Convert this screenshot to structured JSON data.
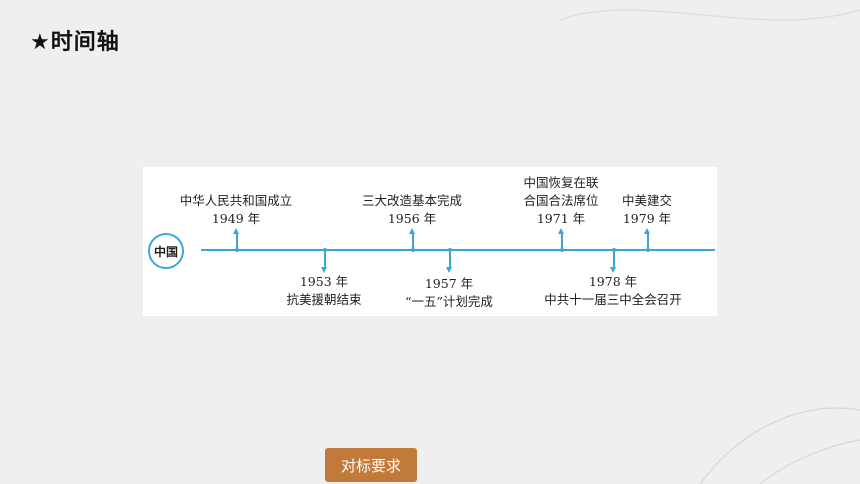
{
  "title": "★时间轴",
  "diagram": {
    "origin_label": "中国",
    "events": [
      {
        "id": "e1949",
        "year": "1949 年",
        "lines": [
          "中华人民共和国成立"
        ],
        "side": "above"
      },
      {
        "id": "e1953",
        "year": "1953 年",
        "lines": [
          "抗美援朝结束"
        ],
        "side": "below"
      },
      {
        "id": "e1956",
        "year": "1956 年",
        "lines": [
          "三大改造基本完成"
        ],
        "side": "above"
      },
      {
        "id": "e1957",
        "year": "1957 年",
        "lines": [
          "“一五”计划完成"
        ],
        "side": "below"
      },
      {
        "id": "e1971",
        "year": "1971 年",
        "lines": [
          "中国恢复在联",
          "合国合法席位"
        ],
        "side": "above"
      },
      {
        "id": "e1978",
        "year": "1978 年",
        "lines": [
          "中共十一届三中全会召开"
        ],
        "side": "below"
      },
      {
        "id": "e1979",
        "year": "1979 年",
        "lines": [
          "中美建交"
        ],
        "side": "above"
      }
    ]
  },
  "footer": {
    "button_label": "对标要求"
  },
  "colors": {
    "axis": "#3aa7d6",
    "button": "#c27a3a",
    "background": "#efefef"
  }
}
